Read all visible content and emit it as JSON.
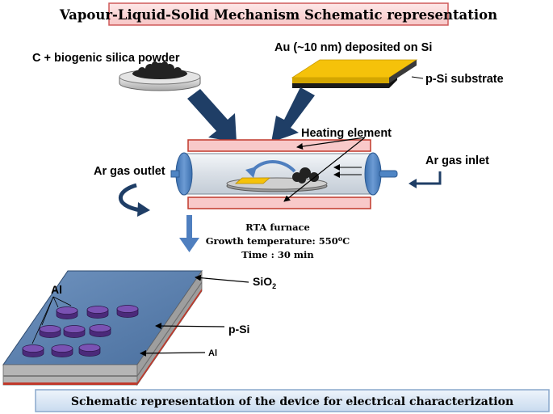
{
  "title": "Vapour-Liquid-Solid Mechanism Schematic representation",
  "footer": "Schematic representation of the device for electrical characterization",
  "labels": {
    "silica": "C + biogenic silica powder",
    "au": "Au (~10 nm) deposited on Si",
    "psi_substrate": "p-Si substrate",
    "heating": "Heating element",
    "ar_outlet": "Ar gas outlet",
    "ar_inlet": "Ar gas inlet",
    "furnace": [
      "RTA furnace",
      "Growth temperature: 550",
      "Time : 30 min"
    ],
    "furnace_temp_sup": "o",
    "furnace_temp_unit": "C",
    "al_top": "Al",
    "sio2": "SiO",
    "sio2_sub": "2",
    "psi": "p-Si",
    "al_bottom": "Al"
  },
  "colors": {
    "title_fill": "#fbdcdc",
    "title_stroke": "#cf5a5a",
    "footer_fill": "#dce8f5",
    "footer_stroke": "#8aa8cc",
    "big_arrow": "#1f3e66",
    "flow_arrow": "#4f7fbf",
    "heater": "#f8c9c9",
    "heater_stroke": "#c0392b",
    "tube": "#dfe6ee",
    "cap": "#4f85c4",
    "gold": "#f5c20a",
    "device_top": "#5b80ad",
    "device_gray": "#b5b5b5",
    "pad": "#6a3fa0"
  }
}
